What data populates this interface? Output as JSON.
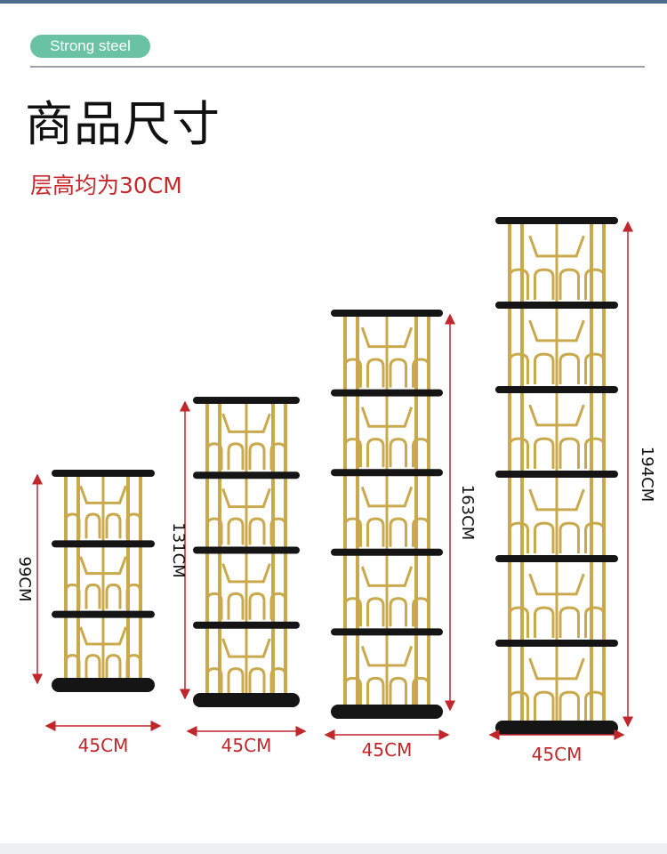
{
  "badge": {
    "label": "Strong steel",
    "color": "#69c2a3"
  },
  "heading": {
    "title": "商品尺寸",
    "subtitle": "层高均为30CM",
    "subtitle_color": "#c8282c"
  },
  "racks": [
    {
      "height_label": "99CM",
      "width_label": "45CM",
      "tiers": 3
    },
    {
      "height_label": "131CM",
      "width_label": "45CM",
      "tiers": 4
    },
    {
      "height_label": "163CM",
      "width_label": "45CM",
      "tiers": 5
    },
    {
      "height_label": "194CM",
      "width_label": "45CM",
      "tiers": 6
    }
  ],
  "colors": {
    "shelf": "#151515",
    "frame": "#c9a94c",
    "dimension": "#c0262a"
  }
}
